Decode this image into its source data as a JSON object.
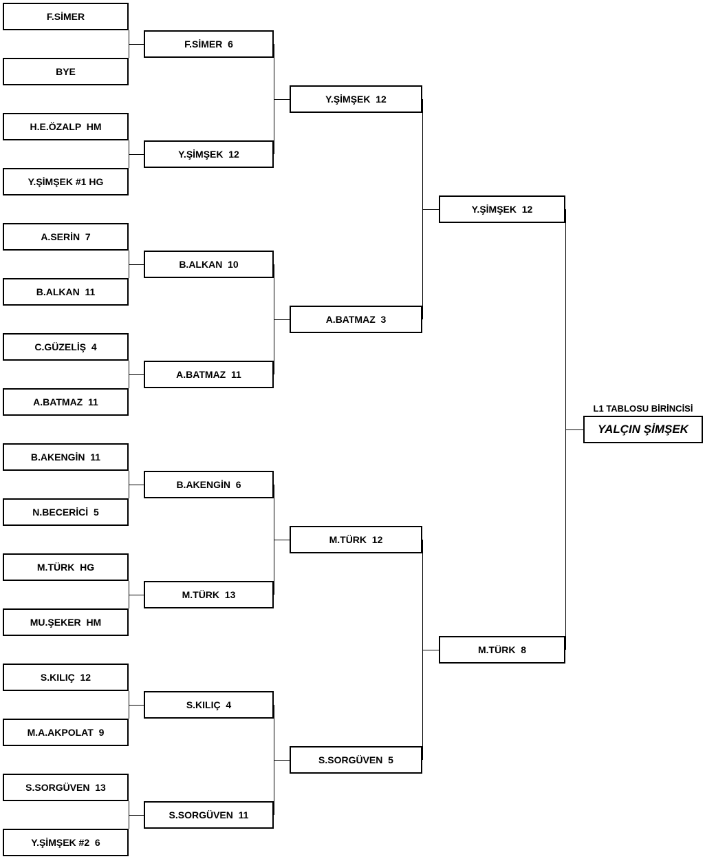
{
  "round1": [
    "F.SİMER",
    "BYE",
    "H.E.ÖZALP  HM",
    "Y.ŞİMŞEK #1 HG",
    "A.SERİN  7",
    "B.ALKAN  11",
    "C.GÜZELİŞ  4",
    "A.BATMAZ  11",
    "B.AKENGİN  11",
    "N.BECERİCİ  5",
    "M.TÜRK  HG",
    "MU.ŞEKER  HM",
    "S.KILIÇ  12",
    "M.A.AKPOLAT  9",
    "S.SORGÜVEN  13",
    "Y.ŞİMŞEK #2  6"
  ],
  "round2": [
    "F.SİMER  6",
    "Y.ŞİMŞEK  12",
    "B.ALKAN  10",
    "A.BATMAZ  11",
    "B.AKENGİN  6",
    "M.TÜRK  13",
    "S.KILIÇ  4",
    "S.SORGÜVEN  11"
  ],
  "round3": [
    "Y.ŞİMŞEK  12",
    "A.BATMAZ  3",
    "M.TÜRK  12",
    "S.SORGÜVEN  5"
  ],
  "round4": [
    "Y.ŞİMŞEK  12",
    "M.TÜRK  8"
  ],
  "champion": {
    "caption": "L1 TABLOSU BİRİNCİSİ",
    "name": "YALÇIN ŞİMŞEK"
  }
}
